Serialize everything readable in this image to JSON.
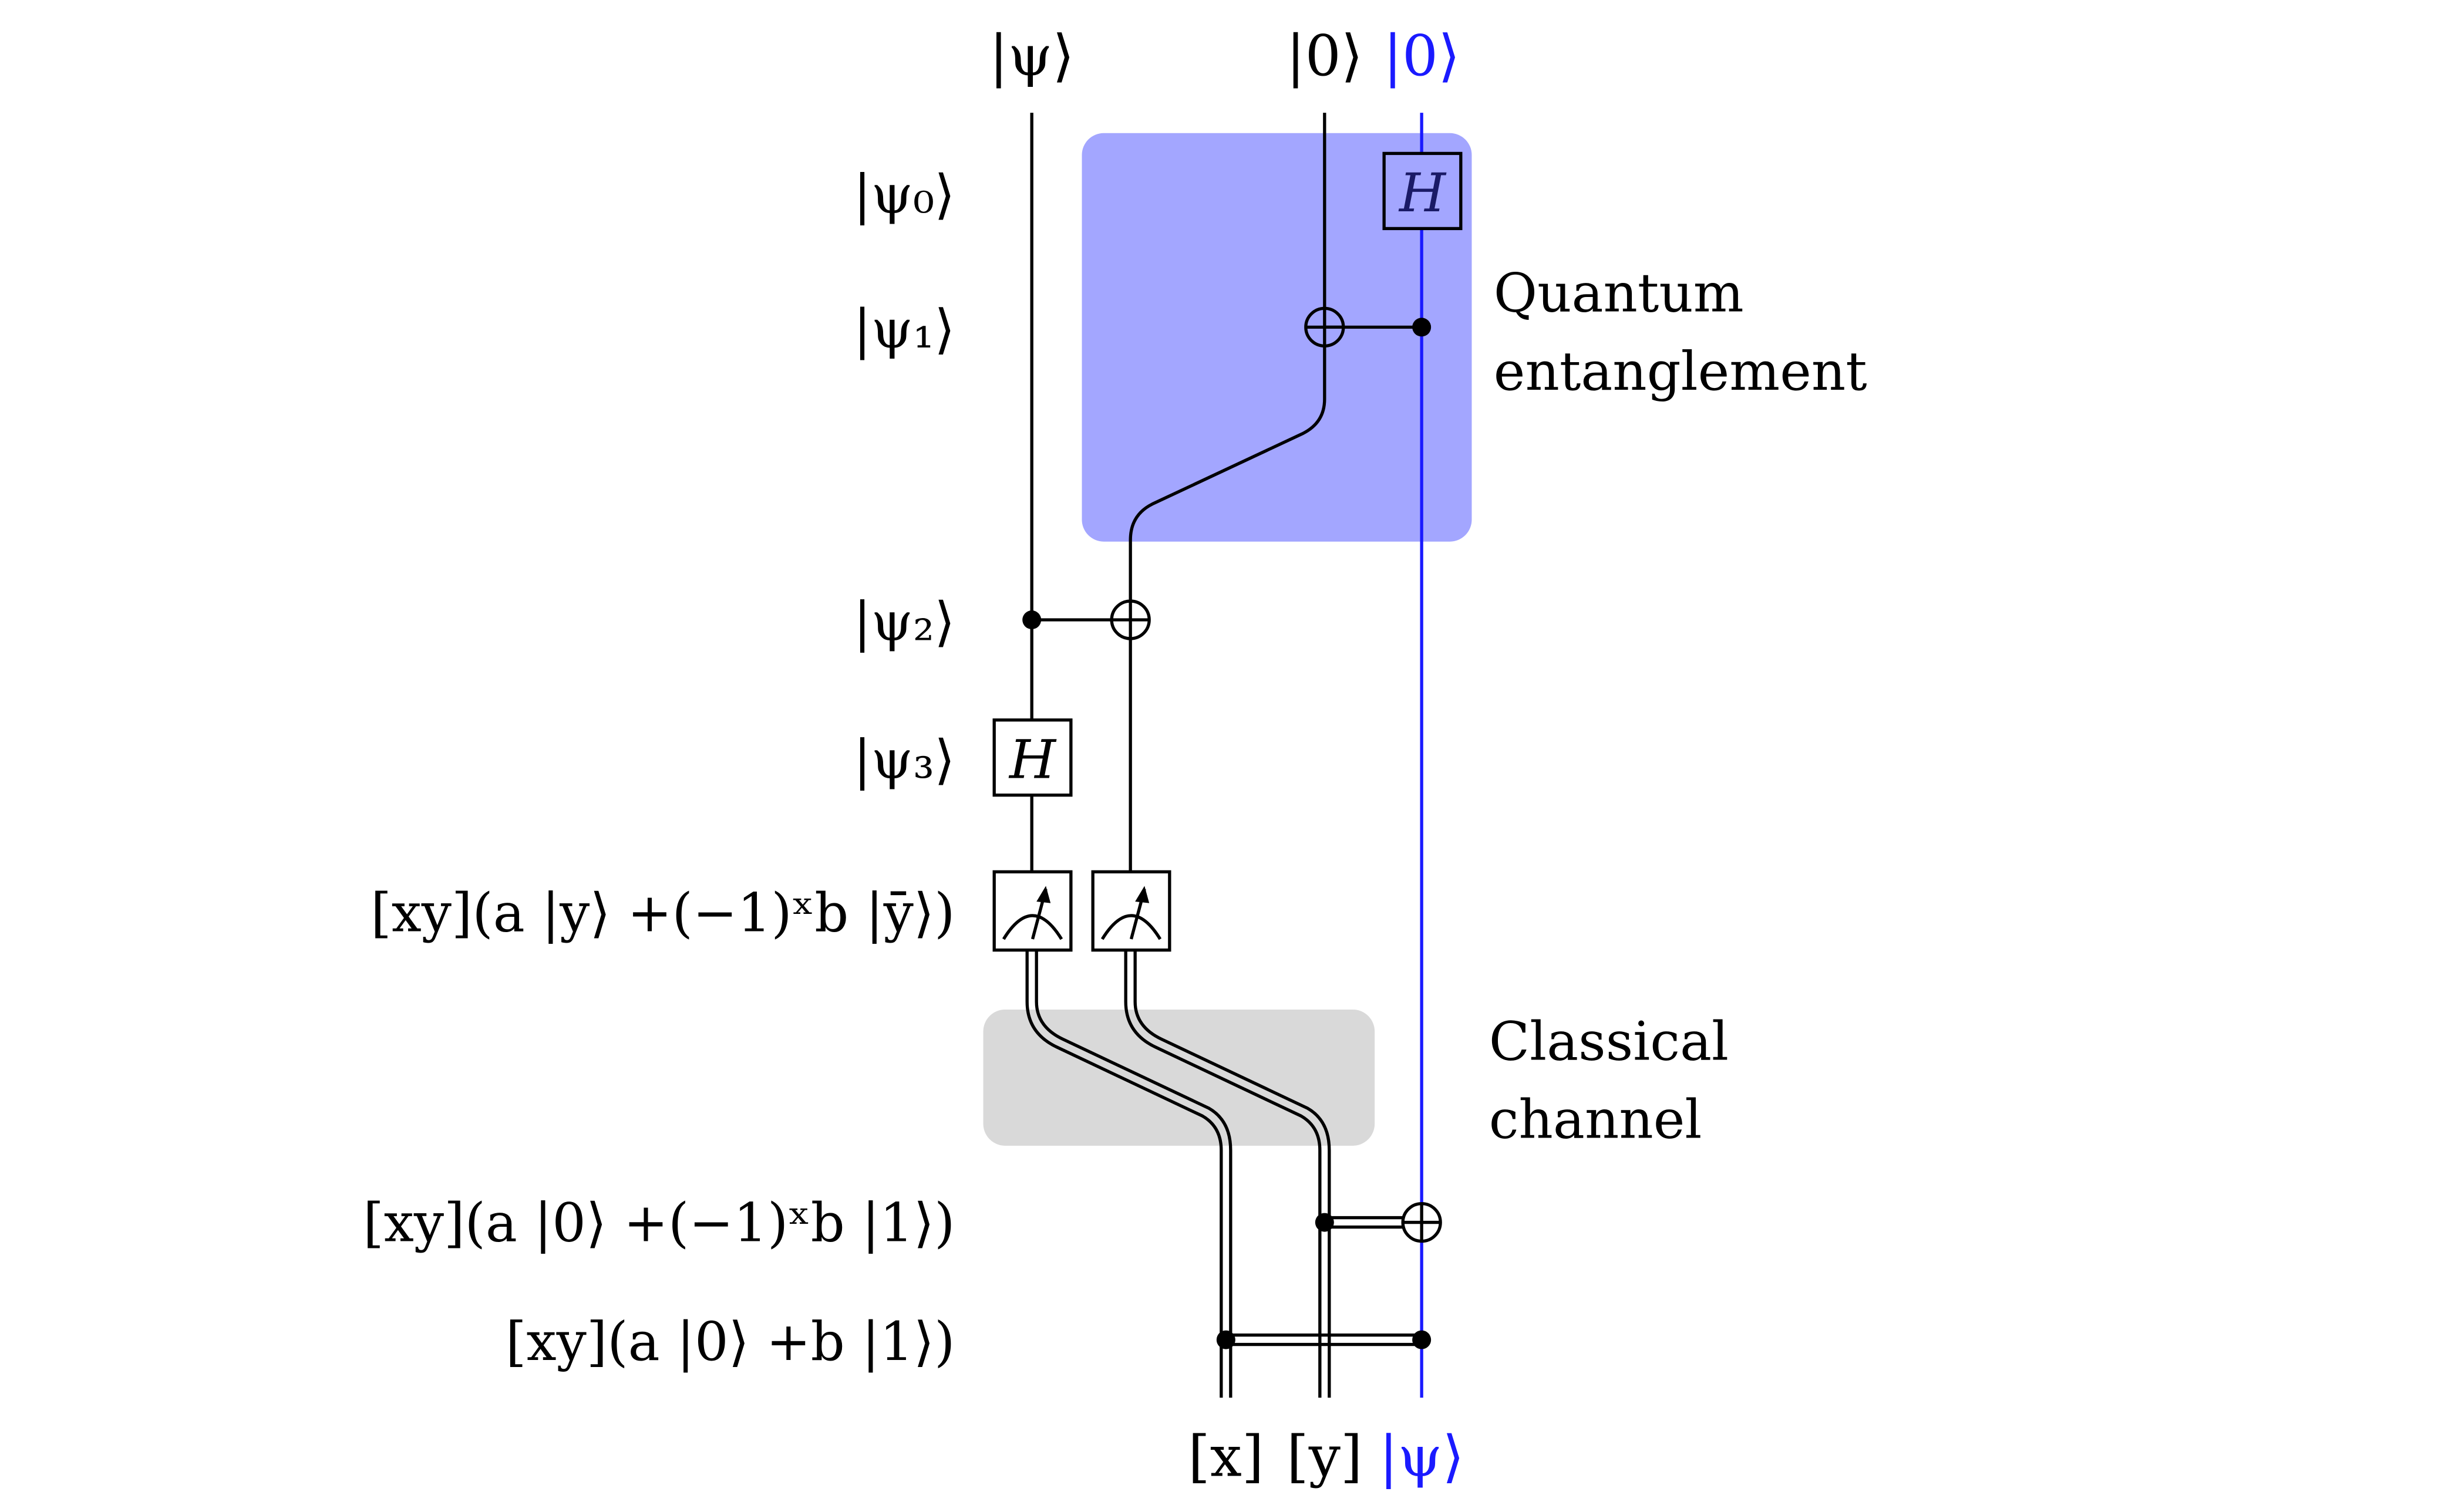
{
  "wires": {
    "top": {
      "psi": "|ψ⟩",
      "zero_a": "|0⟩",
      "zero_b": "|0⟩"
    },
    "bottom": {
      "x": "[x]",
      "y": "[y]",
      "psi": "|ψ⟩"
    }
  },
  "states": {
    "psi0": "|ψ₀⟩",
    "psi1": "|ψ₁⟩",
    "psi2": "|ψ₂⟩",
    "psi3": "|ψ₃⟩",
    "measured": "[xy](a |y⟩ +(−1)ˣb |ȳ⟩)",
    "after_x": "[xy](a |0⟩ +(−1)ˣb |1⟩)",
    "final": "[xy](a |0⟩ +b |1⟩)"
  },
  "gates": {
    "hadamard_top": "H",
    "hadamard_mid": "H"
  },
  "regions": {
    "entanglement": {
      "line1": "Quantum",
      "line2": "entanglement",
      "color": "#a3a6ff"
    },
    "classical": {
      "line1": "Classical",
      "line2": "channel",
      "color": "#d9d9d9"
    }
  },
  "colors": {
    "wire": "#000000",
    "highlight": "#1a1aff",
    "gate_fill": "#ffffff"
  }
}
